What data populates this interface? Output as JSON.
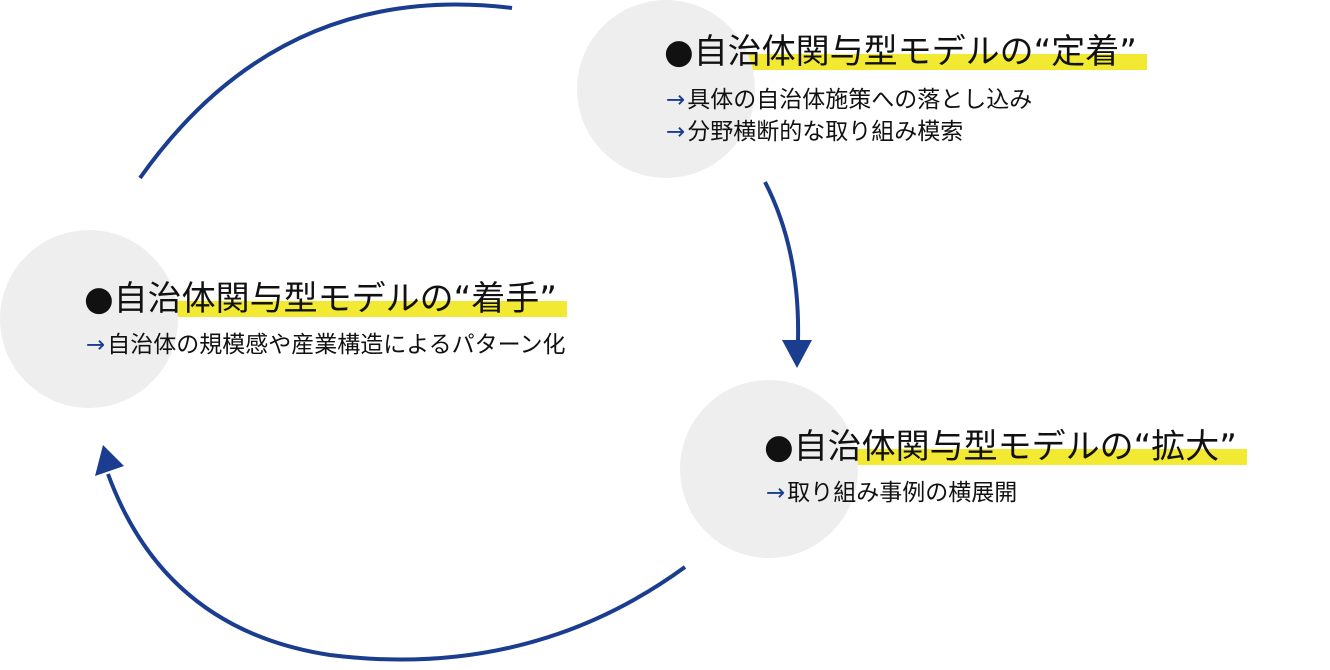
{
  "stages": [
    {
      "bullet": "●",
      "title": "自治体関与型モデルの“定着”",
      "points": [
        "具体の自治体施策への落とし込み",
        "分野横断的な取り組み模索"
      ]
    },
    {
      "bullet": "●",
      "title": "自治体関与型モデルの“拡大”",
      "points": [
        "取り組み事例の横展開"
      ]
    },
    {
      "bullet": "●",
      "title": "自治体関与型モデルの“着手”",
      "points": [
        "自治体の規模感や産業構造によるパターン化"
      ]
    }
  ],
  "point_prefix": "→",
  "colors": {
    "arrow": "#1a3d8f",
    "highlight": "#f2e933",
    "circle": "#eeeeee"
  }
}
